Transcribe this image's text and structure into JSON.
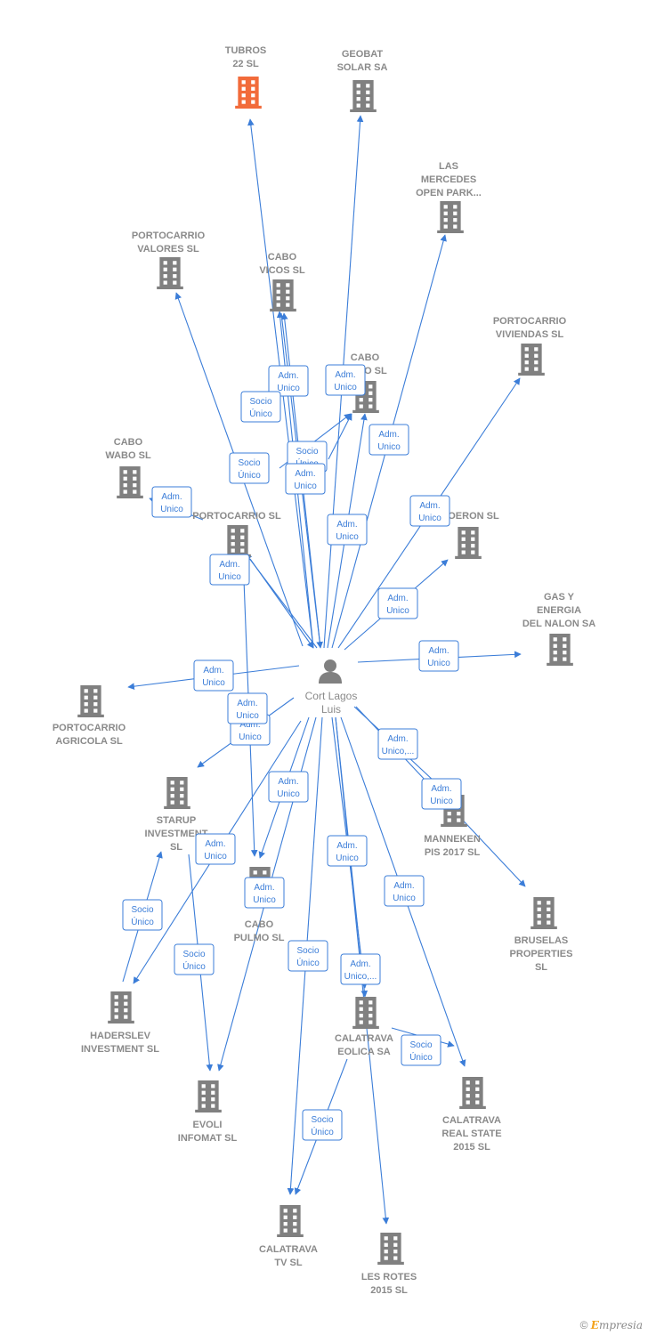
{
  "colors": {
    "edge": "#3b7dd8",
    "building": "#808080",
    "highlight": "#f26b3a",
    "label": "#8a8a8a"
  },
  "person": {
    "name": "Cort Lagos\nLuis",
    "icon": "person-icon"
  },
  "nodes": [
    {
      "id": "tubros",
      "label": "TUBROS\n22  SL",
      "highlight": true
    },
    {
      "id": "geobat",
      "label": "GEOBAT\nSOLAR SA"
    },
    {
      "id": "lasmercedes",
      "label": "LAS\nMERCEDES\nOPEN PARK..."
    },
    {
      "id": "portovalores",
      "label": "PORTOCARRIO\nVALORES SL"
    },
    {
      "id": "cabovicos",
      "label": "CABO\nVICOS  SL"
    },
    {
      "id": "portoviviendas",
      "label": "PORTOCARRIO\nVIVIENDAS SL"
    },
    {
      "id": "caboroyo",
      "label": "CABO\nROYO  SL"
    },
    {
      "id": "cabowabo",
      "label": "CABO\nWABO  SL"
    },
    {
      "id": "portocarrio",
      "label": "PORTOCARRIO SL"
    },
    {
      "id": "boeron",
      "label": "BOERON SL"
    },
    {
      "id": "gasenergia",
      "label": "GAS Y\nENERGIA\nDEL NALON SA"
    },
    {
      "id": "portoagricola",
      "label": "PORTOCARRIO\nAGRICOLA SL"
    },
    {
      "id": "starup",
      "label": "STARUP\nINVESTMENT\nSL"
    },
    {
      "id": "manneken",
      "label": "MANNEKEN\nPIS 2017  SL"
    },
    {
      "id": "cabopulmo",
      "label": "CABO\nPULMO  SL"
    },
    {
      "id": "bruselas",
      "label": "BRUSELAS\nPROPERTIES\nSL"
    },
    {
      "id": "haderslev",
      "label": "HADERSLEV\nINVESTMENT SL"
    },
    {
      "id": "calatravaeolica",
      "label": "CALATRAVA\nEOLICA SA"
    },
    {
      "id": "evoli",
      "label": "EVOLI\nINFOMAT  SL"
    },
    {
      "id": "calatravarealstate",
      "label": "CALATRAVA\nREAL STATE\n2015  SL"
    },
    {
      "id": "calatravatv",
      "label": "CALATRAVA\nTV  SL"
    },
    {
      "id": "lesrotes",
      "label": "LES ROTES\n2015  SL"
    }
  ],
  "edge_labels": [
    "Adm.\nUnico",
    "Socio\nÚnico",
    "Adm.\nUnico",
    "Adm.\nUnico",
    "Adm.\nUnico",
    "Socio\nÚnico",
    "Adm.\nUnico",
    "Socio\nÚnico",
    "Adm.\nUnico",
    "Adm.\nUnico",
    "Adm.\nUnico",
    "Adm.\nUnico",
    "Adm.\nUnico",
    "Adm.\nUnico",
    "Adm.\nUnico",
    "Socio\nÚnico",
    "Adm.\nUnico",
    "Adm.\nUnico,...",
    "Adm.\nUnico",
    "Adm.\nUnico",
    "Adm.\nUnico",
    "Adm.\nUnico",
    "Adm.\nUnico",
    "Adm.\nUnico",
    "Socio\nÚnico",
    "Socio\nÚnico",
    "Adm.\nUnico",
    "Adm.\nUnico,...",
    "Socio\nÚnico",
    "Socio\nÚnico"
  ],
  "footer": {
    "copyright": "©",
    "brand": "mpresia",
    "brand_initial": "E"
  }
}
